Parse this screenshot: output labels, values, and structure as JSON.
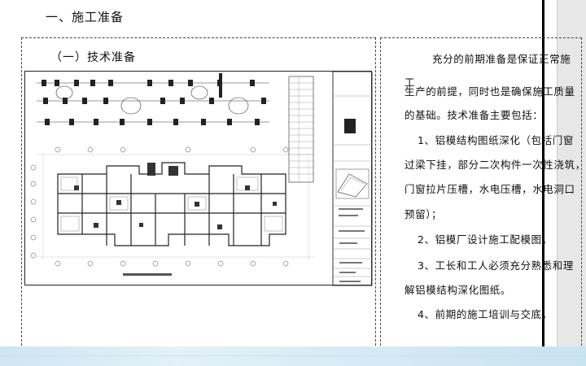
{
  "section": {
    "heading": "一、施工准备",
    "subheading": "（一）技术准备"
  },
  "text": {
    "p1_l1": "充分的前期准备是保证正常施工",
    "p1_l2": "生产的前提，同时也是确保施工质量",
    "p1_l3": "的基础。技术准备主要包括：",
    "i1_l1": "1、铝模结构图纸深化（包括门窗",
    "i1_l2": "过梁下挂，部分二次构件一次性浇筑，",
    "i1_l3": "门窗拉片压槽，水电压槽，水电洞口",
    "i1_l4": "预留）；",
    "i2": "2、铝模厂设计施工配模图。",
    "i3_l1": "3、工长和工人必须充分熟悉和理",
    "i3_l2": "解铝模结构深化图纸。",
    "i4": "4、前期的施工培训与交底。"
  },
  "colors": {
    "bottom_band": "#cfe6f3",
    "side_panel": "#e7e7e7"
  }
}
